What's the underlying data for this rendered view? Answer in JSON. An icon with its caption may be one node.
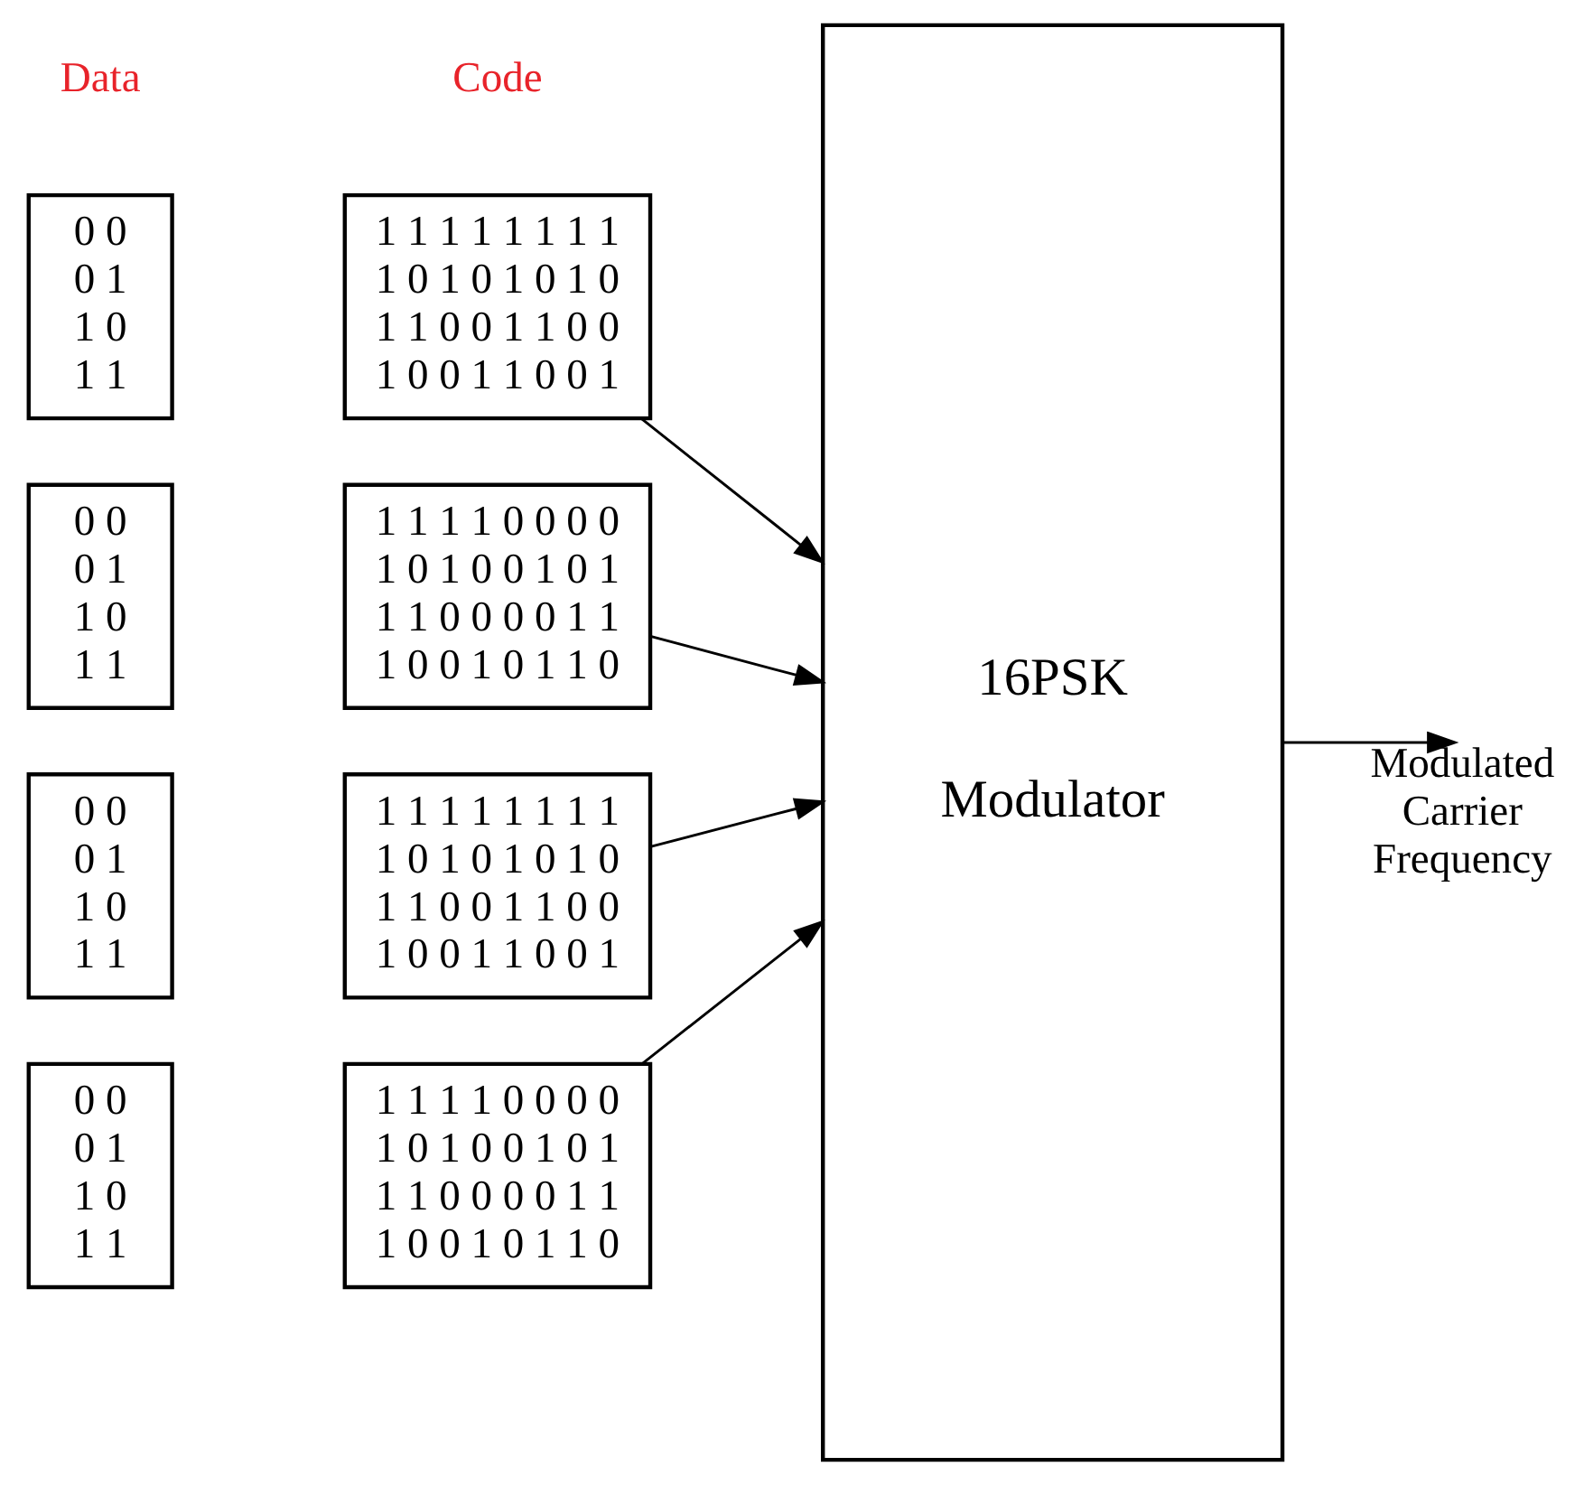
{
  "diagram": {
    "nodes": [
      {
        "text": [
          "0 0",
          "0 1",
          "1 0",
          "1 1"
        ]
      },
      {
        "text": [
          "1 1 1 1 1 1 1 1",
          "1 0 1 0 1 0 1 0",
          "1 1 0 0 1 1 0 0",
          "1 0 0 1 1 0 0 1"
        ]
      },
      {
        "text": [
          "0 0",
          "0 1",
          "1 0",
          "1 1"
        ]
      },
      {
        "text": [
          "1 1 1 1 0 0 0 0",
          "1 0 1 0 0 1 0 1",
          "1 1 0 0 0 0 1 1",
          "1 0 0 1 0 1 1 0"
        ]
      },
      {
        "text": [
          "0 0",
          "0 1",
          "1 0",
          "1 1"
        ]
      },
      {
        "text": [
          "1 1 1 1 1 1 1 1",
          "1 0 1 0 1 0 1 0",
          "1 1 0 0 1 1 0 0",
          "1 0 0 1 1 0 0 1"
        ]
      },
      {
        "text": [
          "0 0",
          "0 1",
          "1 0",
          "1 1"
        ]
      },
      {
        "text": [
          "1 1 1 1 0 0 0 0",
          "1 0 1 0 0 1 0 1",
          "1 1 0 0 0 0 1 1",
          "1 0 0 1 0 1 1 0"
        ]
      },
      {
        "text": [
          "16PSK",
          "Modulator"
        ]
      }
    ],
    "edges": [
      {
        "from": 1,
        "to": 8,
        "arrow": "to"
      },
      {
        "from": 3,
        "to": 8,
        "arrow": "to"
      },
      {
        "from": 5,
        "to": 8,
        "arrow": "to"
      },
      {
        "from": 7,
        "to": 8,
        "arrow": "to"
      },
      {
        "from": 8,
        "to": null,
        "arrow": "to",
        "label": "Modulated Carrier Frequency"
      }
    ],
    "labels": [
      "Data",
      "Code"
    ]
  }
}
